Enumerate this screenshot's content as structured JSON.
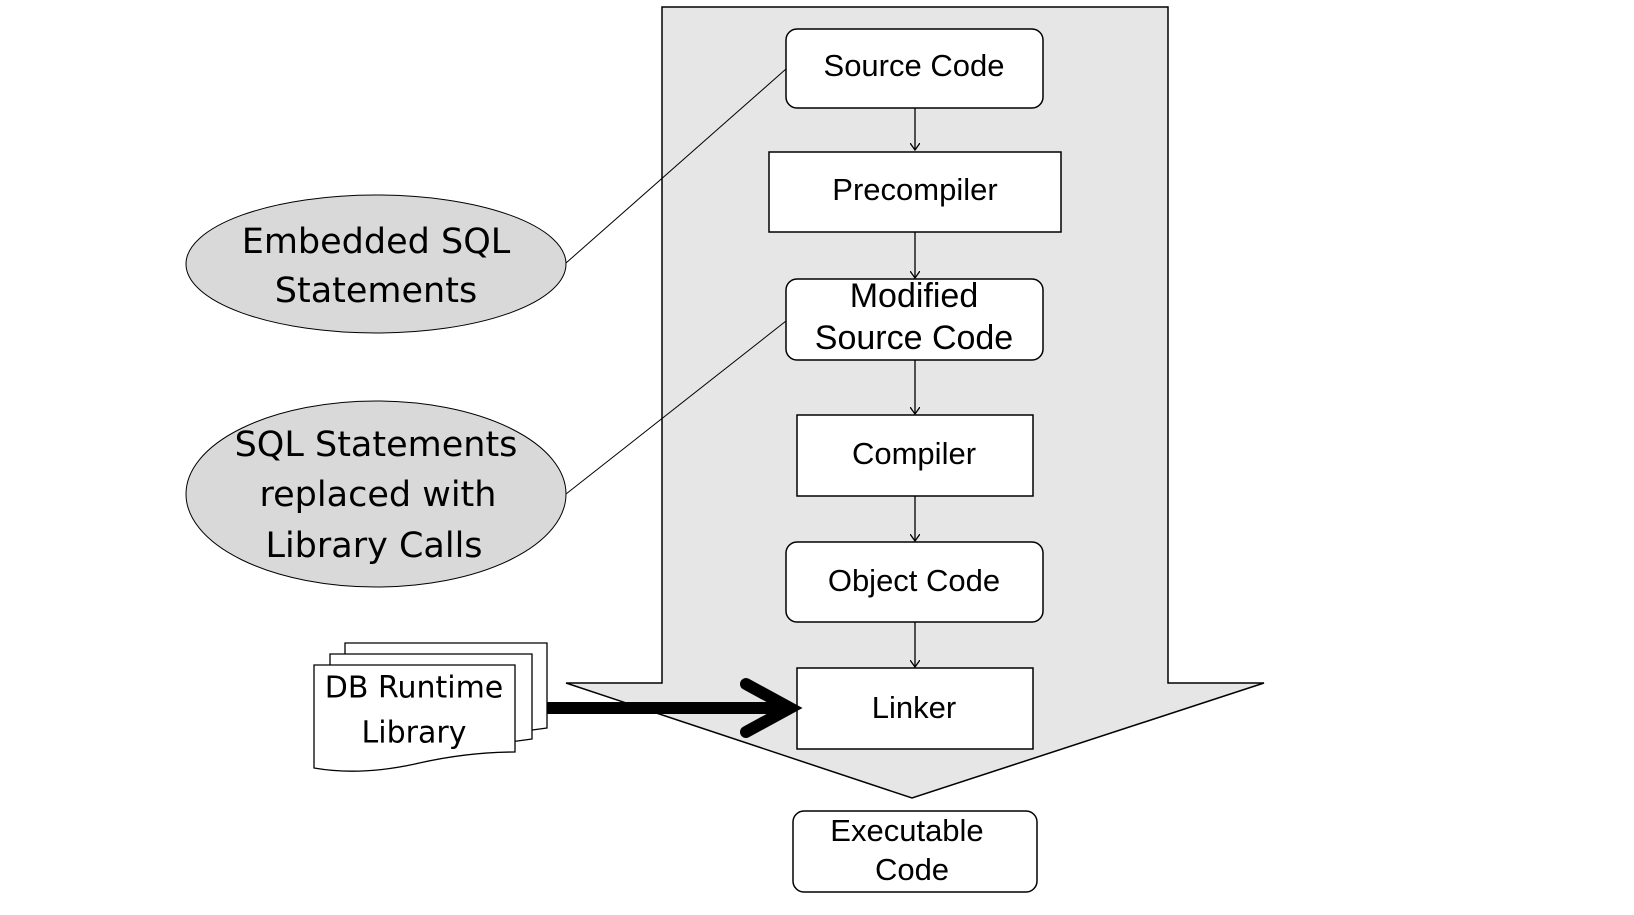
{
  "diagram": {
    "colors": {
      "arrow_fill": "#e6e6e6",
      "ellipse_fill": "#d9d9d9",
      "box_fill": "#ffffff",
      "stroke": "#000000"
    },
    "steps": {
      "source_code": "Source Code",
      "precompiler": "Precompiler",
      "modified_source_code": [
        "Modified",
        "Source Code"
      ],
      "compiler": "Compiler",
      "object_code": "Object Code",
      "linker": "Linker",
      "executable_code": [
        "Executable",
        "Code"
      ]
    },
    "callouts": {
      "embedded_sql": [
        "Embedded SQL",
        "Statements"
      ],
      "replaced_sql": [
        "SQL Statements",
        "replaced with",
        "Library Calls"
      ]
    },
    "library": {
      "label": [
        "DB Runtime",
        "Library"
      ]
    }
  }
}
